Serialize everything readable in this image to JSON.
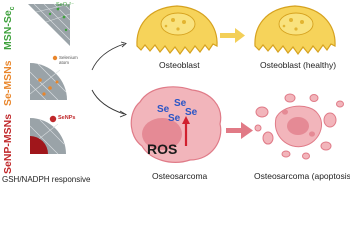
{
  "particles": [
    {
      "name": "MSN-Se",
      "sub": "c",
      "color": "#3ea13c",
      "species_label": "SeO₃²⁻"
    },
    {
      "name": "Se-MSNs",
      "sub": "",
      "color": "#e9862b",
      "species_label": "Selenium atom"
    },
    {
      "name": "SeNP-MSNs",
      "sub": "",
      "color": "#c0282b",
      "species_label": "SeNPs"
    }
  ],
  "responsive_label": "GSH/NADPH responsive",
  "cells": {
    "osteoblast": "Osteoblast",
    "osteoblast_healthy": "Osteoblast (healthy)",
    "osteosarcoma": "Osteosarcoma",
    "osteosarcoma_apoptosis": "Osteosarcoma (apoptosis)"
  },
  "se_marker": "Se",
  "ros_label": "ROS",
  "colors": {
    "osteoblast_fill": "#f6d35a",
    "osteoblast_stroke": "#d6a21f",
    "sarcoma_fill": "#f2b5bb",
    "sarcoma_stroke": "#e07b88",
    "nucleus": "#e58a95",
    "arrow_yellow": "#f3cf58",
    "arrow_pink": "#e17a86"
  }
}
